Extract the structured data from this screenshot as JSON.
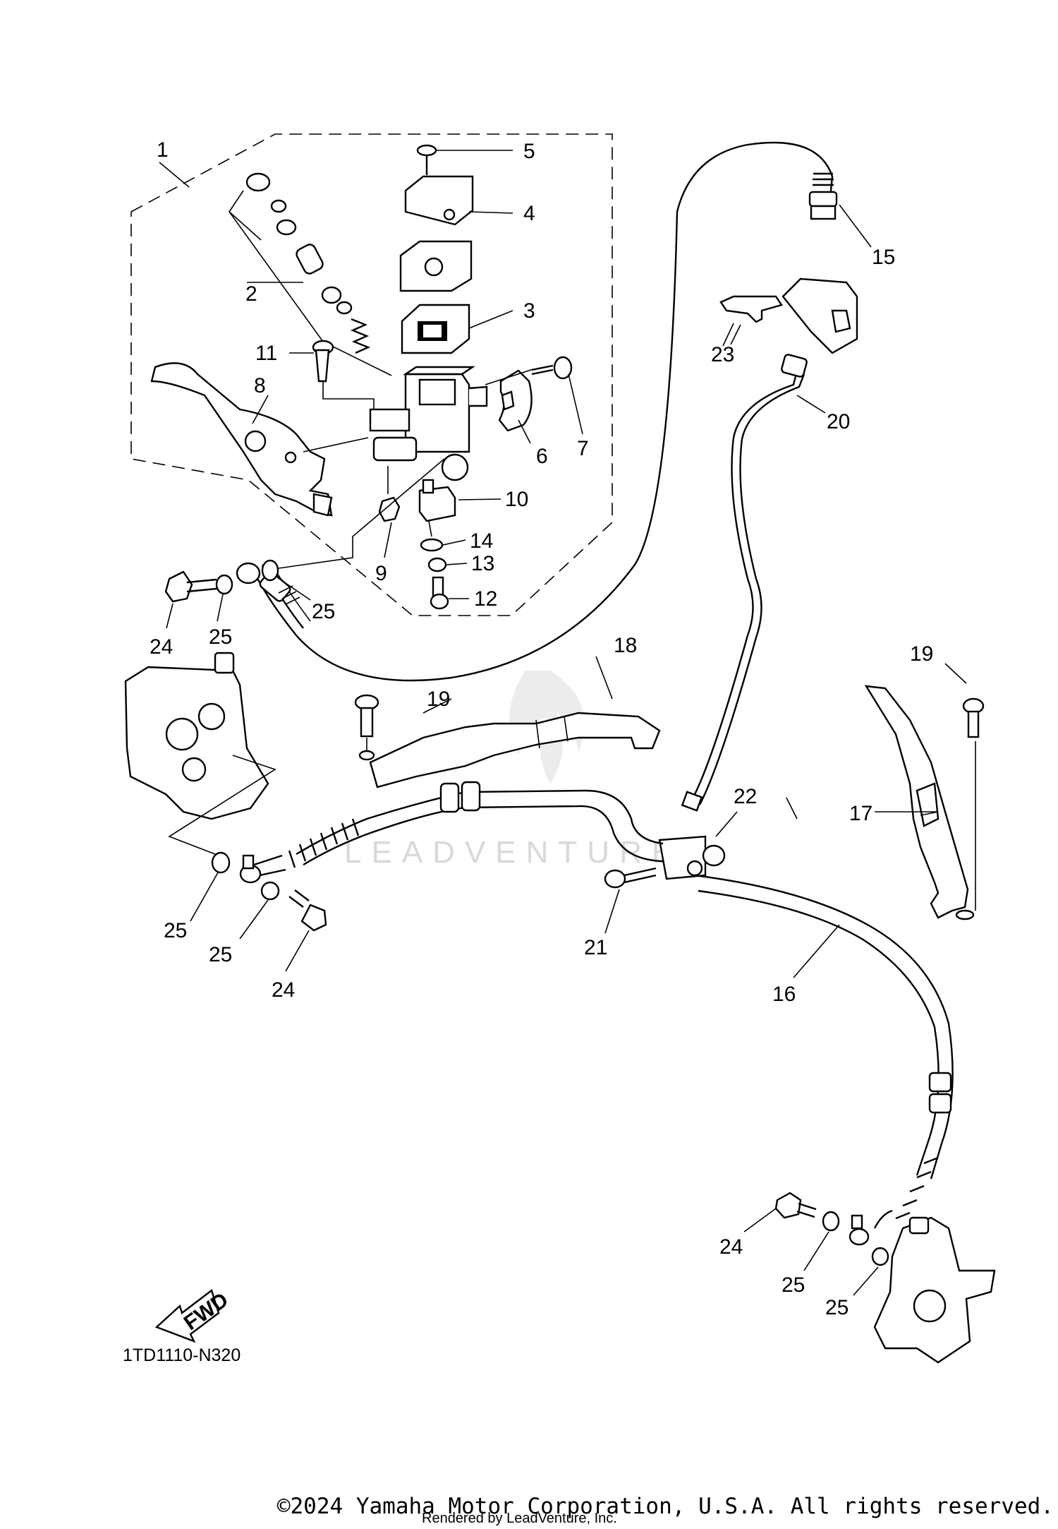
{
  "callouts": [
    {
      "id": "c1",
      "text": "1"
    },
    {
      "id": "c2",
      "text": "2"
    },
    {
      "id": "c3",
      "text": "3"
    },
    {
      "id": "c4",
      "text": "4"
    },
    {
      "id": "c5",
      "text": "5"
    },
    {
      "id": "c6",
      "text": "6"
    },
    {
      "id": "c7",
      "text": "7"
    },
    {
      "id": "c8",
      "text": "8"
    },
    {
      "id": "c9",
      "text": "9"
    },
    {
      "id": "c10",
      "text": "10"
    },
    {
      "id": "c11",
      "text": "11"
    },
    {
      "id": "c12",
      "text": "12"
    },
    {
      "id": "c13",
      "text": "13"
    },
    {
      "id": "c14",
      "text": "14"
    },
    {
      "id": "c15",
      "text": "15"
    },
    {
      "id": "c16",
      "text": "16"
    },
    {
      "id": "c17",
      "text": "17"
    },
    {
      "id": "c18",
      "text": "18"
    },
    {
      "id": "c19a",
      "text": "19"
    },
    {
      "id": "c19b",
      "text": "19"
    },
    {
      "id": "c20",
      "text": "20"
    },
    {
      "id": "c21",
      "text": "21"
    },
    {
      "id": "c22",
      "text": "22"
    },
    {
      "id": "c23",
      "text": "23"
    },
    {
      "id": "c24a",
      "text": "24"
    },
    {
      "id": "c24b",
      "text": "24"
    },
    {
      "id": "c24c",
      "text": "24"
    },
    {
      "id": "c25a",
      "text": "25"
    },
    {
      "id": "c25b",
      "text": "25"
    },
    {
      "id": "c25c",
      "text": "25"
    },
    {
      "id": "c25d",
      "text": "25"
    },
    {
      "id": "c25e",
      "text": "25"
    },
    {
      "id": "c25f",
      "text": "25"
    }
  ],
  "fwd_label": "FWD",
  "diagram_code": "1TD1110-N320",
  "watermark": "LEADVENTURE",
  "copyright": "©2024 Yamaha Motor Corporation, U.S.A. All rights reserved.",
  "rendered_by": "Rendered by LeadVenture, Inc."
}
